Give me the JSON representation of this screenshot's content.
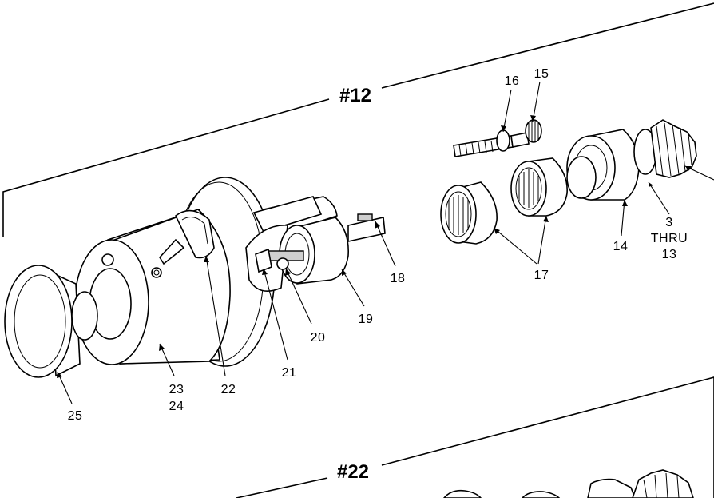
{
  "diagram": {
    "group_titles": [
      "#12",
      "#22"
    ],
    "callouts": {
      "c3": "3",
      "c3_thru": "THRU",
      "c13": "13",
      "c14": "14",
      "c15": "15",
      "c16": "16",
      "c17": "17",
      "c18": "18",
      "c19": "19",
      "c20": "20",
      "c21": "21",
      "c22": "22",
      "c23": "23",
      "c24": "24",
      "c25": "25"
    }
  }
}
